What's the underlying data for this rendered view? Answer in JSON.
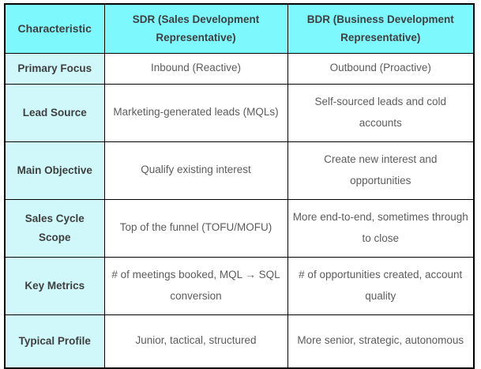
{
  "table": {
    "columns": [
      {
        "key": "characteristic",
        "label": "Characteristic"
      },
      {
        "key": "sdr",
        "label": "SDR (Sales Development Representative)"
      },
      {
        "key": "bdr",
        "label": "BDR (Business Development Representative)"
      }
    ],
    "rows": [
      {
        "label": "Primary Focus",
        "sdr": "Inbound (Reactive)",
        "bdr": "Outbound (Proactive)"
      },
      {
        "label": "Lead Source",
        "sdr": "Marketing-generated leads (MQLs)",
        "bdr": "Self-sourced leads and cold accounts"
      },
      {
        "label": "Main Objective",
        "sdr": "Qualify existing interest",
        "bdr": "Create new interest and opportunities"
      },
      {
        "label": "Sales Cycle Scope",
        "sdr": "Top of the funnel (TOFU/MOFU)",
        "bdr": "More end-to-end, sometimes through to close"
      },
      {
        "label": "Key Metrics",
        "sdr": "# of meetings booked, MQL → SQL conversion",
        "bdr": "# of opportunities created, account quality"
      },
      {
        "label": "Typical Profile",
        "sdr": "Junior, tactical, structured",
        "bdr": "More senior, strategic, autonomous"
      }
    ]
  },
  "colors": {
    "header_background": "#7df9fd",
    "label_background": "#d0f8fb",
    "cell_background": "#ffffff",
    "border": "#000000",
    "header_text": "#3f3f3f",
    "body_text": "#5c5c5c"
  }
}
